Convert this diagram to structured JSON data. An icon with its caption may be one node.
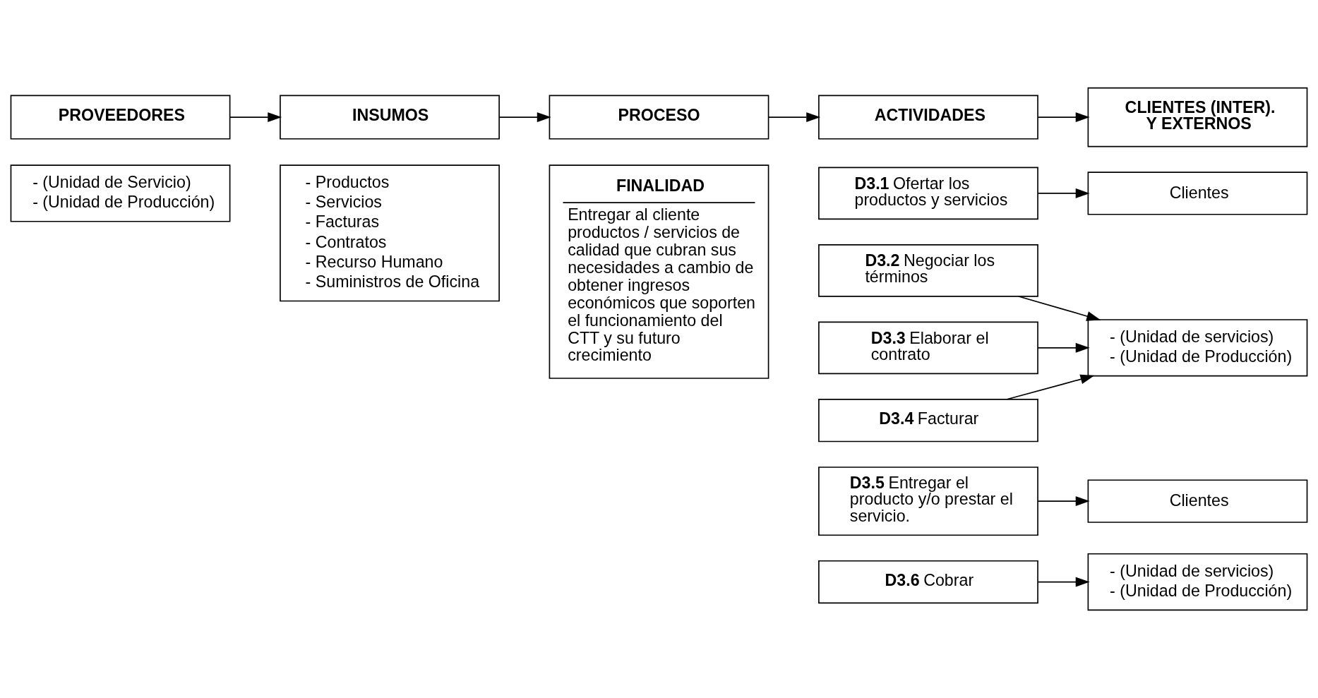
{
  "diagram": {
    "nodes": [
      {
        "text": [
          "PROVEEDORES"
        ]
      },
      {
        "text": [
          "INSUMOS"
        ]
      },
      {
        "text": [
          "PROCESO"
        ]
      },
      {
        "text": [
          "ACTIVIDADES"
        ]
      },
      {
        "text": [
          "CLIENTES (INTER). Y EXTERNOS"
        ]
      },
      {
        "text": [
          "- (Unidad de Servicio)",
          "- (Unidad de Producción)"
        ]
      },
      {
        "text": [
          "- Productos",
          "- Servicios",
          "- Facturas",
          "- Contratos",
          "- Recurso Humano",
          "- Suministros de Oficina"
        ]
      },
      {
        "text": [
          "FINALIDAD",
          "Entregar al cliente productos / servicios de calidad que cubran sus necesidades a cambio de obtener ingresos económicos que soporten el funcionamiento del CTT y su futuro crecimiento"
        ]
      },
      {
        "text": [
          "**D3.1** Ofertar los productos y servicios"
        ]
      },
      {
        "text": [
          "Clientes"
        ]
      },
      {
        "text": [
          "**D3.2** Negociar los términos"
        ]
      },
      {
        "text": [
          "**D3.3** Elaborar el contrato"
        ]
      },
      {
        "text": [
          "**D3.4** Facturar"
        ]
      },
      {
        "text": [
          "- (Unidad de servicios)",
          "- (Unidad de Producción)"
        ]
      },
      {
        "text": [
          "**D3.5** Entregar el producto y/o prestar el servicio."
        ]
      },
      {
        "text": [
          "Clientes"
        ]
      },
      {
        "text": [
          "**D3.6** Cobrar"
        ]
      },
      {
        "text": [
          "- (Unidad de servicios)",
          "- (Unidad de Producción)"
        ]
      }
    ],
    "edges": [
      {
        "from": 0,
        "to": 1,
        "arrow": "to"
      },
      {
        "from": 1,
        "to": 2,
        "arrow": "to"
      },
      {
        "from": 2,
        "to": 3,
        "arrow": "to"
      },
      {
        "from": 3,
        "to": 4,
        "arrow": "to"
      },
      {
        "from": 8,
        "to": 9,
        "arrow": "to"
      },
      {
        "from": 10,
        "to": 13,
        "arrow": "to"
      },
      {
        "from": 11,
        "to": 13,
        "arrow": "to"
      },
      {
        "from": 12,
        "to": 13,
        "arrow": "to"
      },
      {
        "from": 14,
        "to": 15,
        "arrow": "to"
      },
      {
        "from": 16,
        "to": 17,
        "arrow": "to"
      }
    ]
  }
}
